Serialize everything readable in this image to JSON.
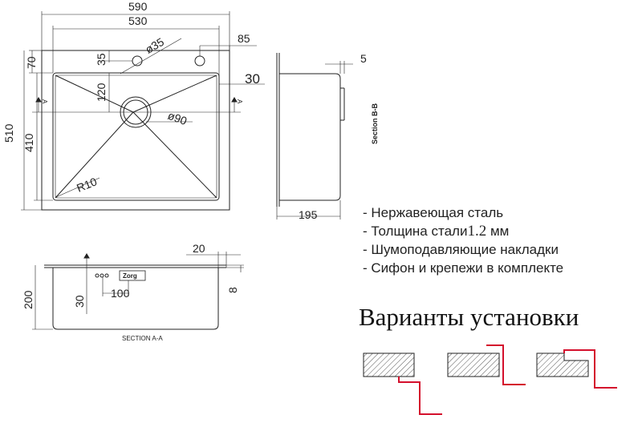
{
  "dimensions": {
    "overall_width": "590",
    "bowl_width": "530",
    "tap_hole_diameter": "ø35",
    "tap_hole_offset": "85",
    "rim_depth_left": "70",
    "tap_hole_from_top": "35",
    "bowl_inset": "30",
    "drain_from_top": "120",
    "drain_diameter": "ø90",
    "overall_depth": "510",
    "bowl_depth": "410",
    "corner_radius": "R10",
    "side_projection": "5",
    "side_width": "195",
    "section_height": "200",
    "drain_height": "30",
    "drain_offset": "100",
    "flange_width": "20",
    "flange_thickness": "8"
  },
  "labels": {
    "section_b": "Section B-B",
    "section_a": "SECTION A-A",
    "marker_a": "A",
    "brand_logo": "Zorg"
  },
  "specs": {
    "item1": "- Нержавеющая сталь",
    "item2_prefix": "- Толщина стали",
    "item2_value": "1.2",
    "item2_unit": " мм",
    "item3": "- Шумоподавляющие накладки",
    "item4": "- Сифон и крепежи в комплекте"
  },
  "install": {
    "title": "Варианты установки"
  },
  "colors": {
    "line": "#222222",
    "install_accent": "#d4102c",
    "hatch": "#555555"
  }
}
